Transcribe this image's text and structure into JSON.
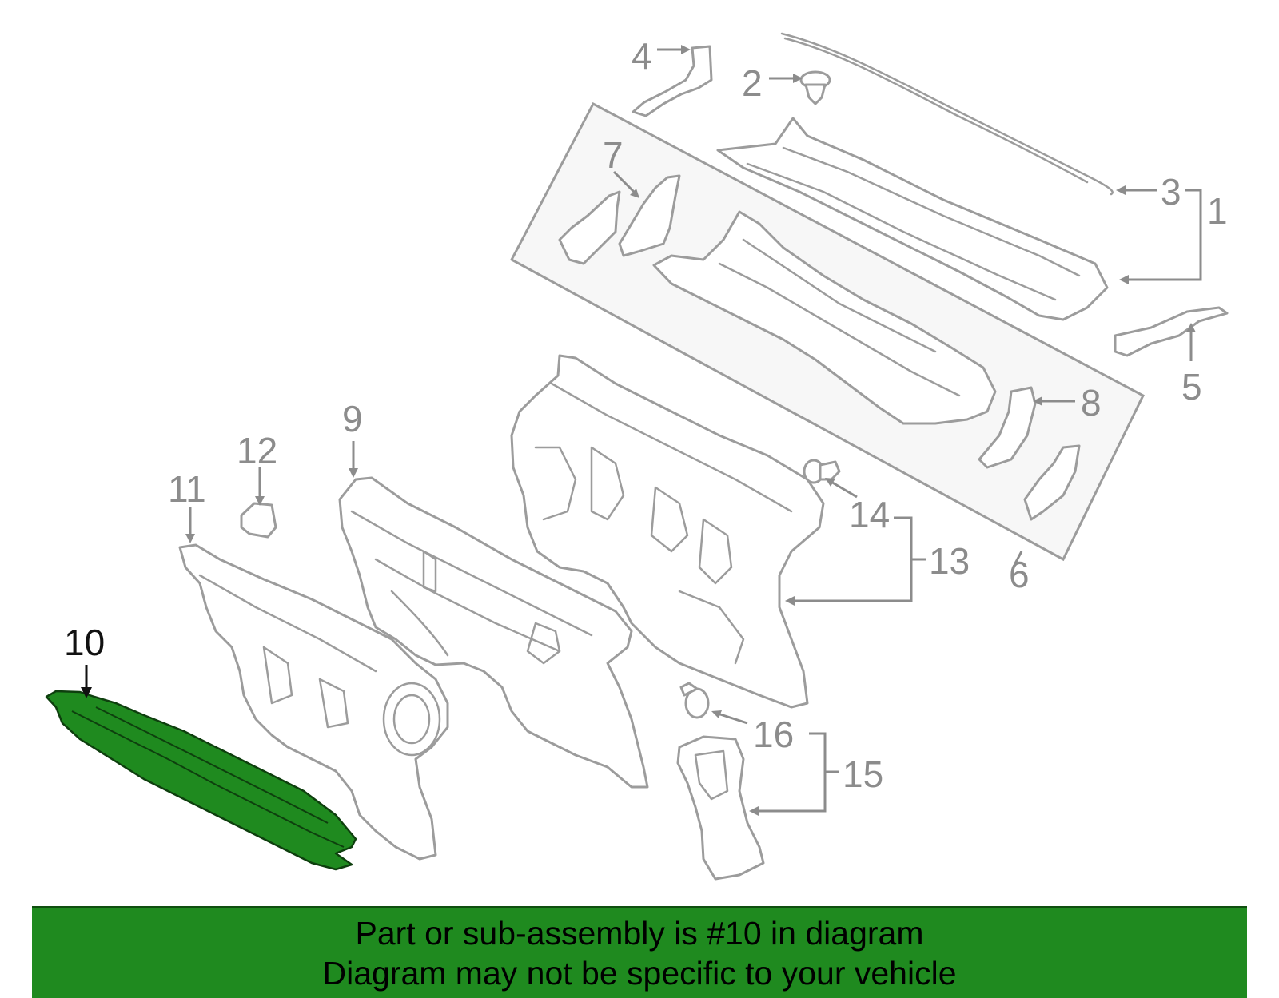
{
  "callouts": {
    "c1": "1",
    "c2": "2",
    "c3": "3",
    "c4": "4",
    "c5": "5",
    "c6": "6",
    "c7": "7",
    "c8": "8",
    "c9": "9",
    "c10": "10",
    "c11": "11",
    "c12": "12",
    "c13": "13",
    "c14": "14",
    "c15": "15",
    "c16": "16"
  },
  "highlighted_part": "10",
  "colors": {
    "highlight": "#1f8a1f",
    "outline": "#9c9c9c",
    "banner": "#1f8a1f"
  },
  "banner": {
    "line1": "Part or sub-assembly is #10 in diagram",
    "line2": "Diagram may not be specific to your vehicle"
  }
}
